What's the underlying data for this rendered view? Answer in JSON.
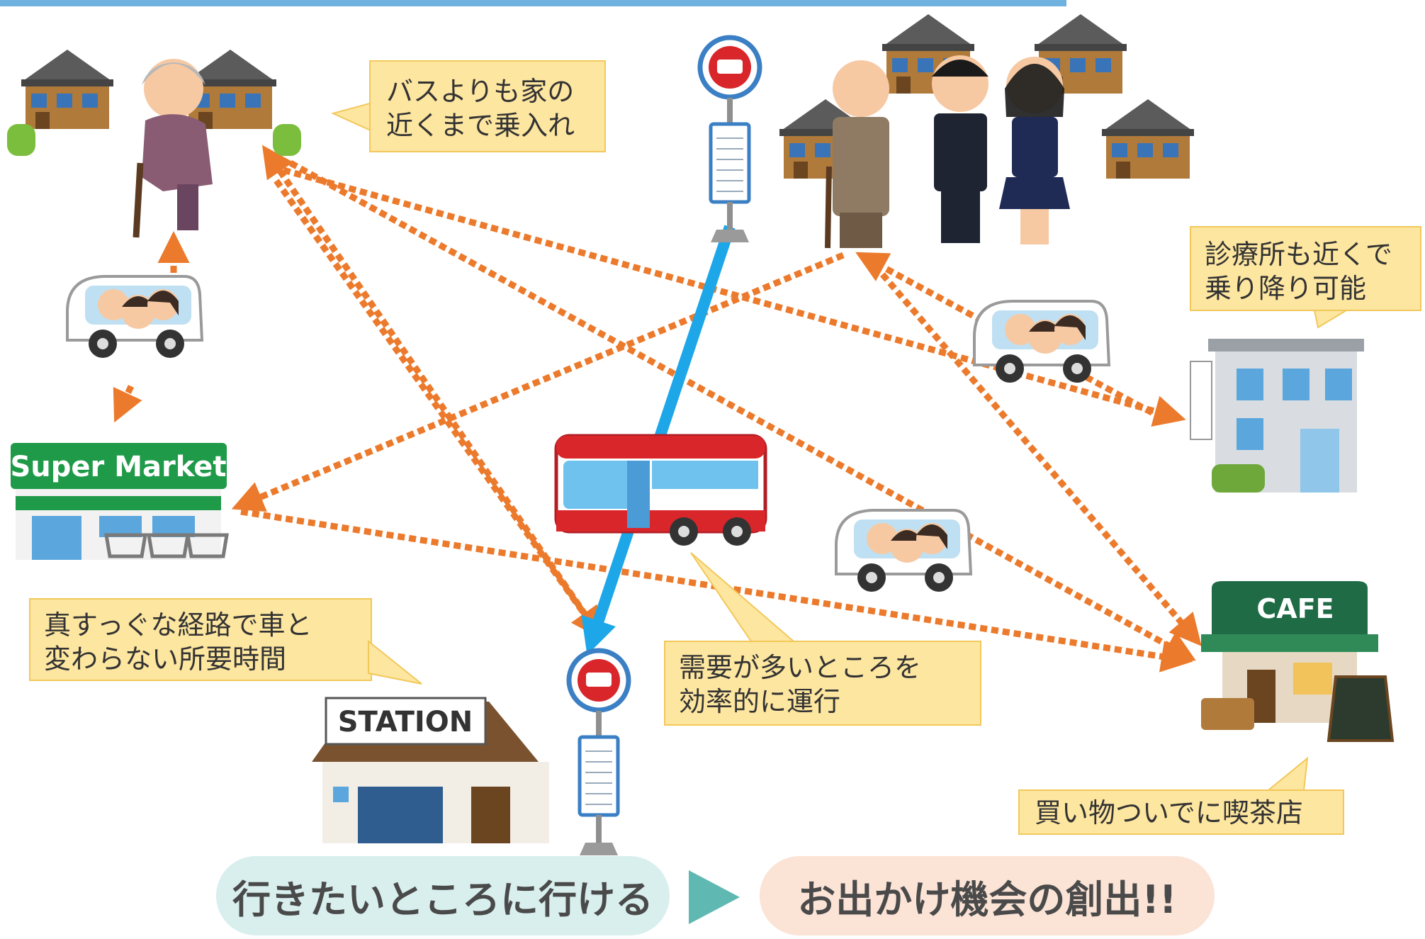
{
  "callouts": {
    "house_left": [
      "バスよりも家の",
      "近くまで乗入れ"
    ],
    "clinic": [
      "診療所も近くで",
      "乗り降り可能"
    ],
    "route": [
      "真すっぐな経路で車と",
      "変わらない所要時間"
    ],
    "demand": [
      "需要が多いところを",
      "効率的に運行"
    ],
    "cafe": [
      "買い物ついでに喫茶店"
    ]
  },
  "signs": {
    "supermarket": "Super Market",
    "station": "STATION",
    "cafe": "CAFE"
  },
  "footer": {
    "left": "行きたいところに行ける",
    "right": "お出かけ機会の創出!!"
  },
  "colors": {
    "top_bar": "#6fb2e0",
    "route_arrow": "#1ea7e8",
    "dotted_route": "#ec7a2c",
    "callout_fill": "#fde6a0",
    "callout_stroke": "#f2c85a",
    "bus_red": "#d9262b",
    "pill_left": "#d8efee",
    "pill_right": "#fbe3d6",
    "pill_arrow": "#5fb9b2"
  }
}
